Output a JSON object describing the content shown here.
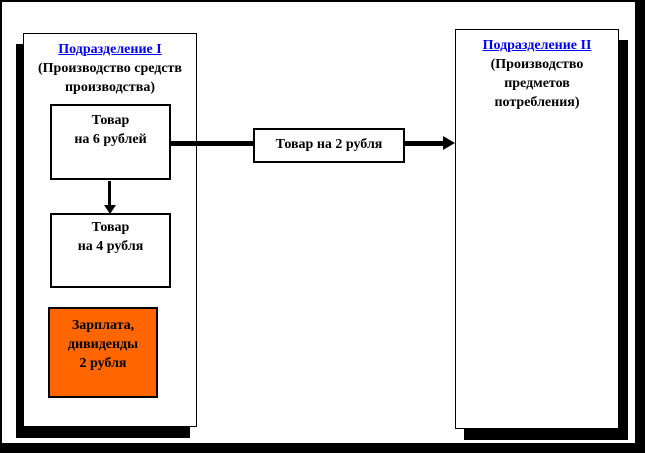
{
  "diagram": {
    "division1": {
      "title": "Подразделение I",
      "subtitle": "(Производство средств\nпроизводства)",
      "goods6_label": "Товар\nна 6 рублей",
      "goods4_label": "Товар\nна 4 рубля",
      "salary_label": "Зарплата,\nдивиденды\n2 рубля"
    },
    "division2": {
      "title": "Подразделение II",
      "subtitle": "(Производство\nпредметов\nпотребления)"
    },
    "flow": {
      "label": "Товар на 2 рубля"
    },
    "colors": {
      "link_blue": "#0000FF",
      "salary_orange": "#FF6600",
      "border_black": "#000000"
    }
  }
}
